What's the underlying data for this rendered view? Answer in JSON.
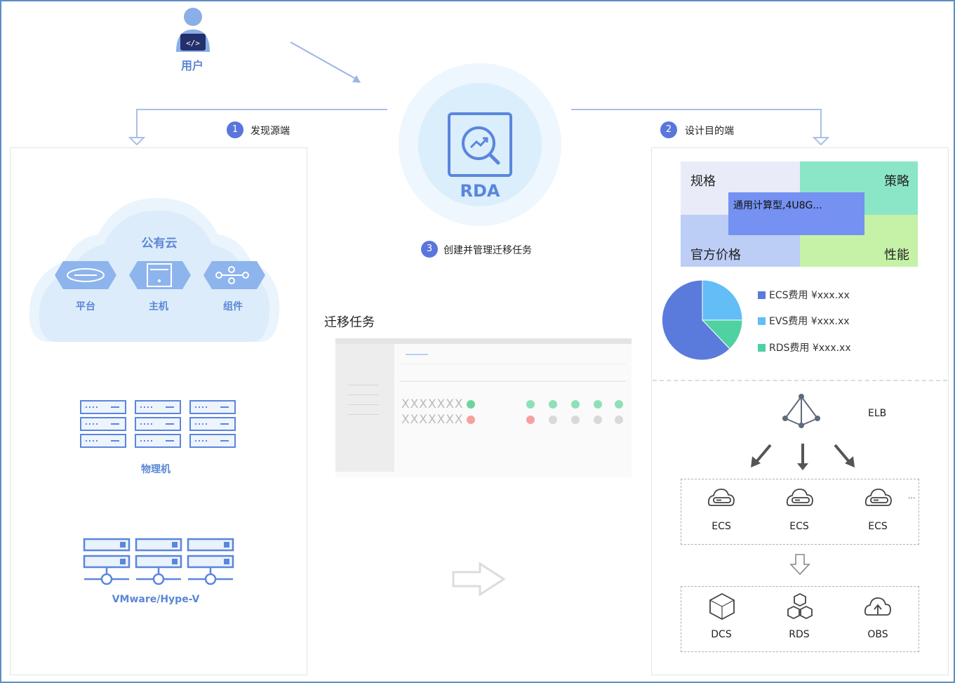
{
  "user_label": "用户",
  "center": {
    "logo_text": "RDA"
  },
  "steps": [
    {
      "num": "1",
      "text": "发现源端"
    },
    {
      "num": "2",
      "text": "设计目的端"
    },
    {
      "num": "3",
      "text": "创建并管理迁移任务"
    }
  ],
  "source": {
    "cloud_title": "公有云",
    "cloud_items": [
      "平台",
      "主机",
      "组件"
    ],
    "physical_label": "物理机",
    "virtual_label": "VMware/Hype-V"
  },
  "middle": {
    "task_title": "迁移任务",
    "rows": [
      "XXXXXXX",
      "XXXXXXX"
    ]
  },
  "target": {
    "grid": {
      "spec": "规格",
      "strategy": "策略",
      "price": "官方价格",
      "performance": "性能",
      "overlay": "通用计算型,4U8G..."
    },
    "legend": [
      {
        "label": "ECS费用 ¥xxx.xx",
        "color": "#5b7bdc"
      },
      {
        "label": "EVS费用 ¥xxx.xx",
        "color": "#63bdf6"
      },
      {
        "label": "RDS费用 ¥xxx.xx",
        "color": "#4fd1a2"
      }
    ],
    "elb_label": "ELB",
    "ecs_labels": [
      "ECS",
      "ECS",
      "ECS"
    ],
    "ecs_more": "...",
    "services": [
      "DCS",
      "RDS",
      "OBS"
    ]
  },
  "colors": {
    "accent": "#5a76dc",
    "border": "#5b8fc6",
    "pale_blue": "#e3f0fc"
  }
}
